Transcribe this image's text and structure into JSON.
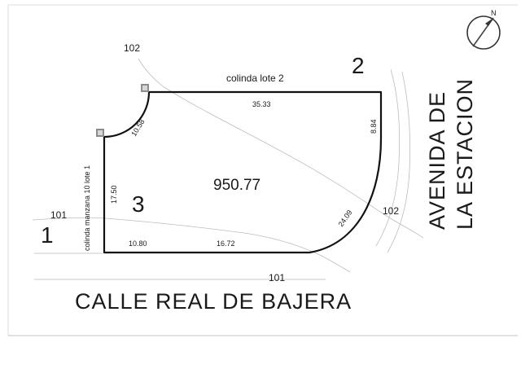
{
  "lot": {
    "area": "950.77",
    "number": "3"
  },
  "neighbors": {
    "left_number": "1",
    "top_number": "2",
    "top_label": "colinda  lote 2",
    "left_label": "colinda manzana 10 lote 1"
  },
  "dimensions": {
    "top": "35.33",
    "right": "8.84",
    "arc_top_left": "10.58",
    "left": "17.50",
    "bottom_left": "10.80",
    "bottom_right": "16.72",
    "curve_bottom_right": "24.09"
  },
  "grades": {
    "top_left": "102",
    "left": "101",
    "bottom": "101",
    "right": "102"
  },
  "streets": {
    "south": "CALLE REAL DE BAJERA",
    "east_line1": "AVENIDA DE",
    "east_line2": "LA ESTACION"
  },
  "north_arrow": {
    "label": "N"
  }
}
